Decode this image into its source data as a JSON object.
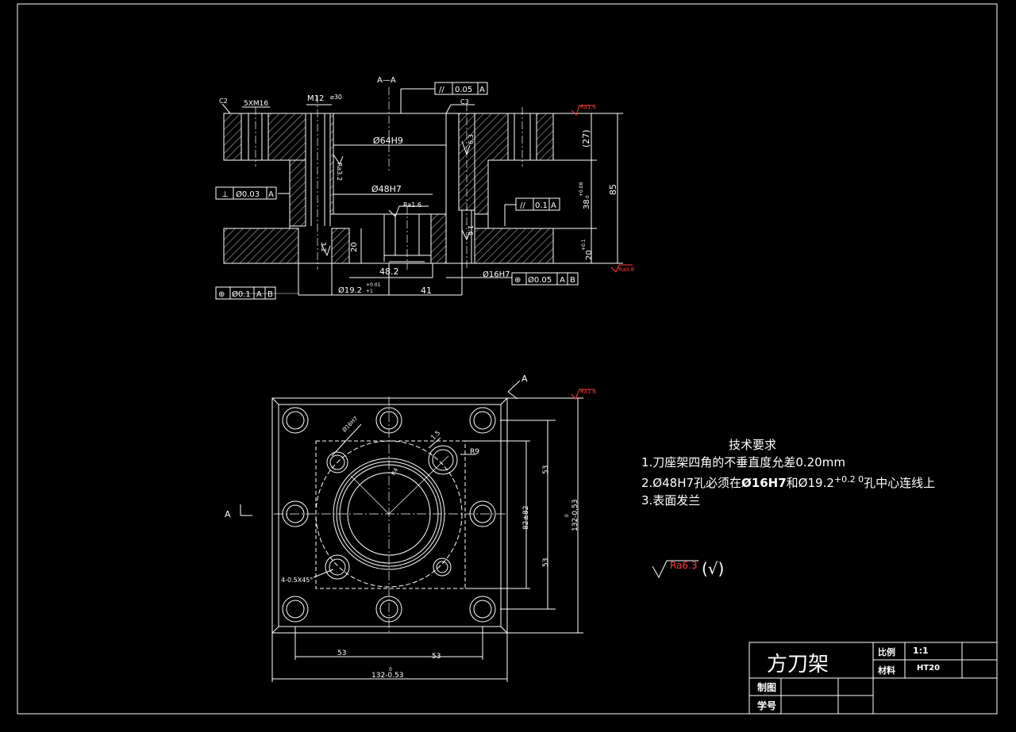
{
  "section_view": {
    "label": "A—A",
    "dims": {
      "bore_64": "Ø64H9",
      "bore_48": "Ø48H7",
      "thread_5": "5XM16",
      "thread_m12": "M12",
      "depth_30": "⌀30",
      "chamfer_c2": "C2",
      "chamfer_c3": "C3",
      "d_27": "(27)",
      "d_38": "38",
      "d_38_tol_upper": "+0.08",
      "d_38_tol_lower": "0",
      "d_85": "85",
      "d_20_right": "20",
      "d_20_right_tol": "+0.1",
      "d_20_left": "20",
      "d_48_2": "48.2",
      "d_41": "41",
      "d_16": "Ø16H7",
      "d_19": "Ø19.2",
      "d_19_tol_upper": "+0.01",
      "d_19_tol_lower": "+1",
      "rough_63": "6.3",
      "rough_32": "3.2",
      "rough_16": "1.6",
      "ra_32": "Ra3.2",
      "ra_16": "Ra1.6"
    },
    "tolerance_frames": {
      "parallel": {
        "symbol": "//",
        "value": "0.05",
        "datum": "A"
      },
      "perpendicular": {
        "symbol": "⊥",
        "value": "Ø0.03",
        "datum": "A"
      },
      "parallel_right": {
        "symbol": "//",
        "value": "0.1",
        "datum": "A"
      },
      "position_left": {
        "symbol": "⊕",
        "value": "Ø0.1",
        "datum1": "A",
        "datum2": "B"
      },
      "position_right": {
        "symbol": "⊕",
        "value": "Ø0.05",
        "datum1": "A",
        "datum2": "B"
      }
    },
    "red_marks": {
      "top": "Ra1.6",
      "bottom": "Ra0.8"
    }
  },
  "plan_view": {
    "section_marker": "A",
    "dims": {
      "d_53_h_left": "53",
      "d_53_h_right": "53",
      "d_53_v_top": "53",
      "d_53_v_bottom": "53",
      "d_132_h": "132-0.53",
      "d_132_h_tol": "0",
      "d_132_v": "132-0.53",
      "d_132_v_tol": "0",
      "d_82": "82±82",
      "r9": "R9",
      "r4": "R4",
      "c15": "1.5",
      "d_16h7": "Ø16H7",
      "chamfer": "4-0.5X45°"
    },
    "red_mark": "Ra1.6"
  },
  "tech_requirements": {
    "title": "技术要求",
    "item1": "1.刀座架四角的不垂直度允差0.20mm",
    "item2_a": "2.Ø48H7孔必须在",
    "item2_b": "Ø16H7",
    "item2_c": "和Ø19.2",
    "item2_tol_upper": "+0.2",
    "item2_tol_lower": "0",
    "item2_d": "孔中心连线上",
    "item3": "3.表面发兰",
    "roughness_general": "Ra6.3",
    "roughness_check": "(√)"
  },
  "title_block": {
    "part_name": "方刀架",
    "scale_label": "比例",
    "scale_value": "1:1",
    "material_label": "材料",
    "material_value": "HT20",
    "drawn_label": "制图",
    "student_no_label": "学号"
  },
  "colors": {
    "background": "#000000",
    "lines": "#ffffff",
    "roughness_red": "#ff3b3b"
  }
}
